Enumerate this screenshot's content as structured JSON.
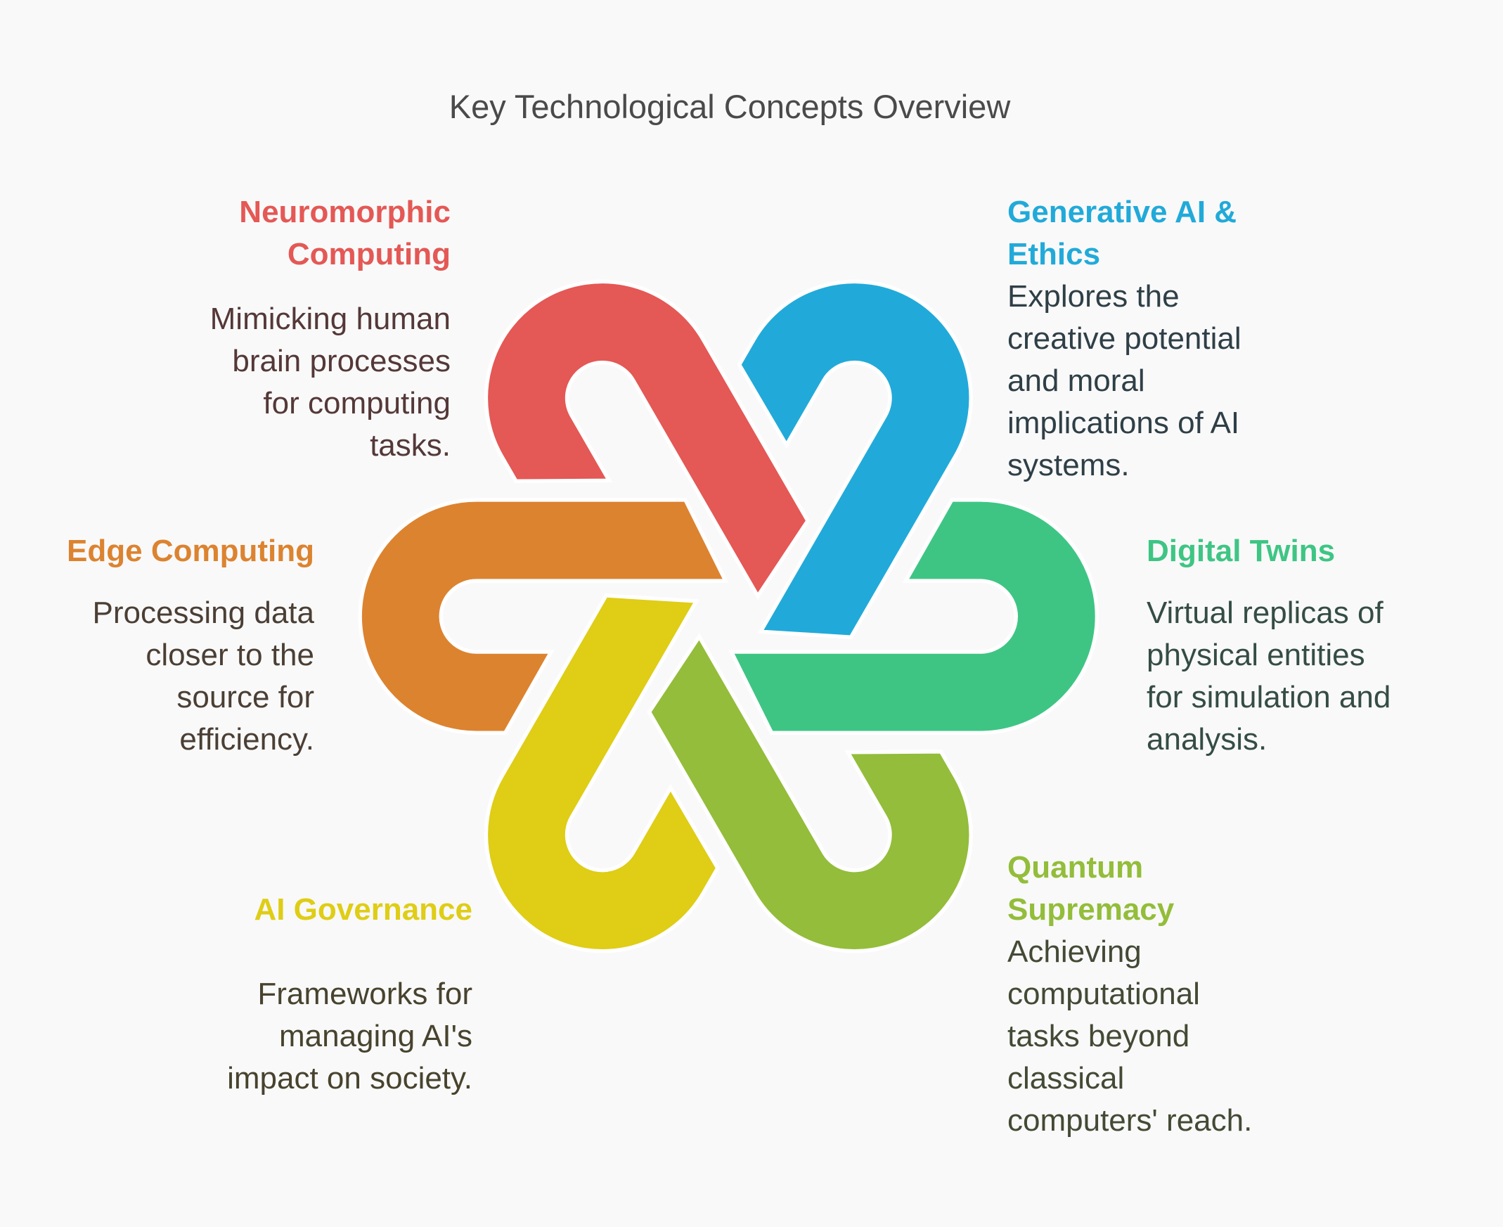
{
  "title": "Key Technological Concepts Overview",
  "background": "#f9f9f9",
  "items": [
    {
      "id": "neuromorphic",
      "color": "#e45855",
      "text_color": "#553838",
      "heading_lines": [
        "Neuromorphic",
        "Computing"
      ],
      "desc_lines": [
        "Mimicking human",
        "brain processes",
        "for computing",
        "tasks."
      ]
    },
    {
      "id": "generative-ai",
      "color": "#21aad9",
      "text_color": "#2f3f47",
      "heading_lines": [
        "Generative AI &",
        "Ethics"
      ],
      "desc_lines": [
        "Explores the",
        "creative potential",
        "and moral",
        "implications of AI",
        "systems."
      ]
    },
    {
      "id": "edge-computing",
      "color": "#dc8330",
      "text_color": "#4b3f35",
      "heading_lines": [
        "Edge Computing"
      ],
      "desc_lines": [
        "Processing data",
        "closer to the",
        "source for",
        "efficiency."
      ]
    },
    {
      "id": "digital-twins",
      "color": "#3ec584",
      "text_color": "#354d44",
      "heading_lines": [
        "Digital Twins"
      ],
      "desc_lines": [
        "Virtual replicas of",
        "physical entities",
        "for simulation and",
        "analysis."
      ]
    },
    {
      "id": "ai-governance",
      "color": "#dfcd16",
      "text_color": "#48432e",
      "heading_lines": [
        "AI Governance"
      ],
      "desc_lines": [
        "Frameworks for",
        "managing AI's",
        "impact on society."
      ]
    },
    {
      "id": "quantum-supremacy",
      "color": "#93bd3a",
      "text_color": "#434a35",
      "heading_lines": [
        "Quantum",
        "Supremacy"
      ],
      "desc_lines": [
        "Achieving",
        "computational",
        "tasks beyond",
        "classical",
        "computers' reach."
      ]
    }
  ]
}
